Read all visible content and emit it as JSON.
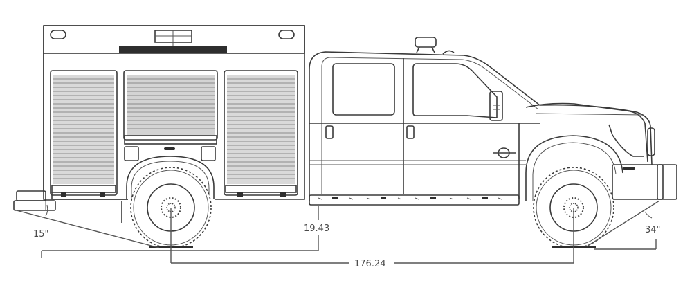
{
  "drawing": {
    "subject": "Side elevation of crew-cab pickup fire/rescue truck with compartment body",
    "background_color": "#ffffff",
    "line_color": "#3a3a3a"
  },
  "dimensions": {
    "departure_angle": "15\"",
    "approach_angle": "34\"",
    "ground_clearance": "19.43",
    "wheelbase": "176.24"
  },
  "body": {
    "compartments": [
      {
        "name": "rear-compartment",
        "door": "roll-up"
      },
      {
        "name": "middle-compartment",
        "door": "roll-up"
      },
      {
        "name": "front-compartment",
        "door": "roll-up"
      }
    ],
    "marker_lights": [
      "rear-marker-light",
      "front-marker-light"
    ],
    "light_bar": "warning-light-bar"
  },
  "cab": {
    "windows": [
      "rear-door-window",
      "front-door-window"
    ],
    "roof_beacon": "roof-beacon-light"
  }
}
